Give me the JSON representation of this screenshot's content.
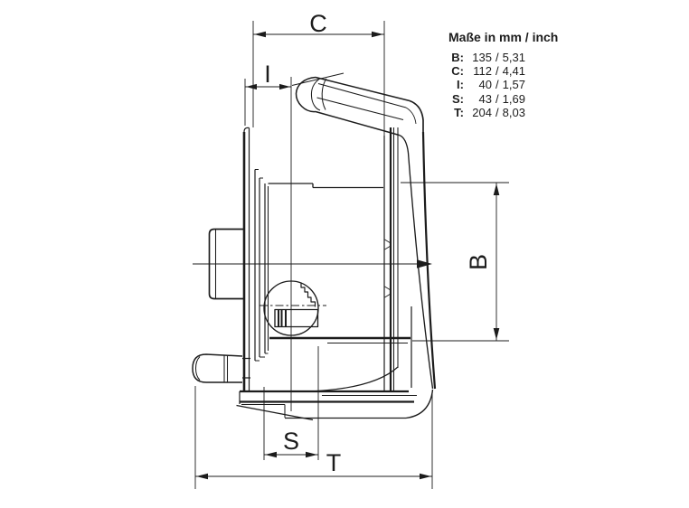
{
  "colors": {
    "line": "#1c1c1c",
    "background": "#ffffff"
  },
  "dims": {
    "c": "C",
    "i": "I",
    "b": "B",
    "s": "S",
    "t": "T"
  },
  "legend": {
    "title": "Maße in mm / inch",
    "sep": "/",
    "rows": [
      {
        "key": "B:",
        "mm": "135",
        "inch": "5,31"
      },
      {
        "key": "C:",
        "mm": "112",
        "inch": "4,41"
      },
      {
        "key": "I:",
        "mm": "40",
        "inch": "1,57"
      },
      {
        "key": "S:",
        "mm": "43",
        "inch": "1,69"
      },
      {
        "key": "T:",
        "mm": "204",
        "inch": "8,03"
      }
    ]
  }
}
